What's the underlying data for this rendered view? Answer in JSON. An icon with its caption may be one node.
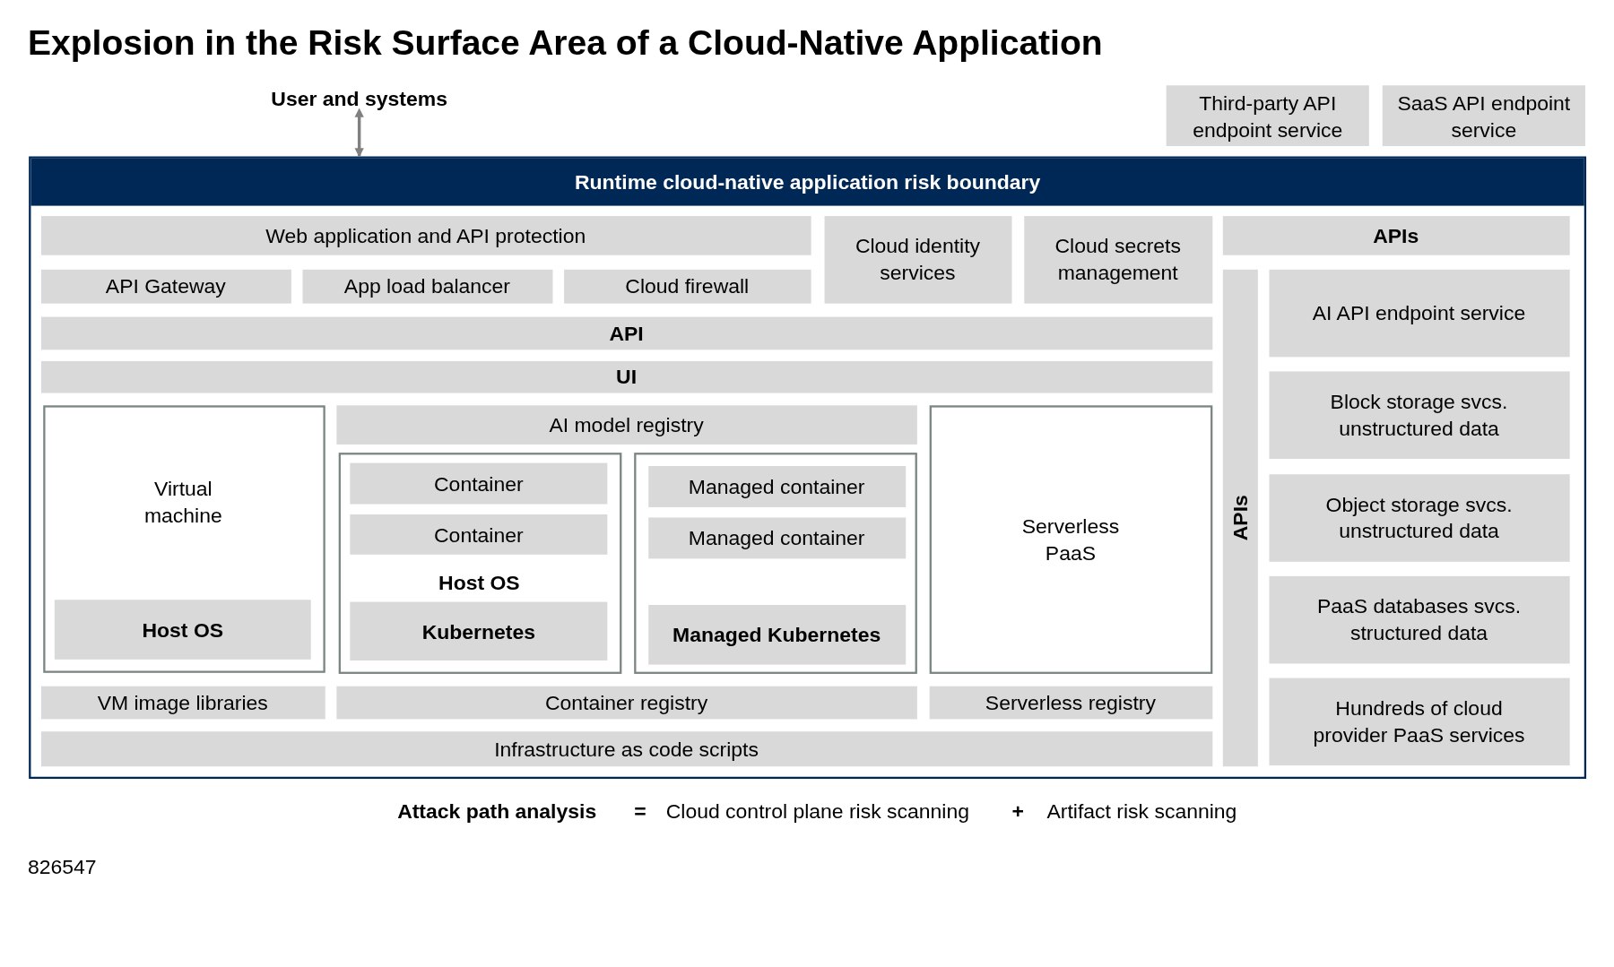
{
  "diagram": {
    "title": "Explosion in the Risk Surface Area of a Cloud-Native Application",
    "nodes": [
      {
        "text": [
          "User and systems"
        ]
      },
      {
        "text": [
          "Third-party API endpoint service"
        ]
      },
      {
        "text": [
          "SaaS API endpoint service"
        ]
      },
      {
        "text": [
          "Runtime cloud-native application risk boundary"
        ]
      },
      {
        "text": [
          "Web application and API protection"
        ],
        "in": 3
      },
      {
        "text": [
          "Cloud identity services"
        ],
        "in": 3
      },
      {
        "text": [
          "Cloud secrets management"
        ],
        "in": 3
      },
      {
        "text": [
          "APIs"
        ],
        "in": 3
      },
      {
        "text": [
          "API Gateway"
        ],
        "in": 3
      },
      {
        "text": [
          "App load balancer"
        ],
        "in": 3
      },
      {
        "text": [
          "Cloud firewall"
        ],
        "in": 3
      },
      {
        "text": [
          "AI API endpoint service"
        ],
        "in": 3
      },
      {
        "text": [
          "API"
        ],
        "in": 3
      },
      {
        "text": [
          "UI"
        ],
        "in": 3
      },
      {
        "text": [
          "Block storage svcs. unstructured data"
        ],
        "in": 3
      },
      {
        "text": [
          "Virtual machine"
        ],
        "in": 3
      },
      {
        "text": [
          "AI model registry"
        ],
        "in": 3
      },
      {
        "text": [
          "Serverless PaaS"
        ],
        "in": 3
      },
      {
        "text": [
          "Host OS"
        ],
        "in": 3
      },
      {
        "text": [],
        "shape": "box",
        "in": 3
      },
      {
        "text": [
          "Container"
        ],
        "in": 18
      },
      {
        "text": [
          "Managed container"
        ],
        "in": 19
      },
      {
        "text": [
          "Container"
        ],
        "in": 18
      },
      {
        "text": [
          "Managed container"
        ],
        "in": 19
      },
      {
        "text": [
          "Object storage svcs. unstructured data"
        ],
        "in": 3
      },
      {
        "text": [
          "APIs"
        ],
        "in": 3
      },
      {
        "text": [
          "Host OS"
        ],
        "in": 15
      },
      {
        "text": [
          "Kubernetes"
        ],
        "in": 18
      },
      {
        "text": [
          "Managed Kubernetes"
        ],
        "in": 19
      },
      {
        "text": [
          "PaaS databases svcs. structured data"
        ],
        "in": 3
      },
      {
        "text": [
          "VM image libraries"
        ],
        "in": 3
      },
      {
        "text": [
          "Container registry"
        ],
        "in": 3
      },
      {
        "text": [
          "Serverless registry"
        ],
        "in": 3
      },
      {
        "text": [
          "Hundreds of cloud provider PaaS services"
        ],
        "in": 3
      },
      {
        "text": [
          "Infrastructure as code scripts"
        ],
        "in": 3
      }
    ],
    "edges": [
      {
        "from": 0,
        "to": 3,
        "arrow": "both",
        "color": "#808080"
      }
    ],
    "labels": [
      "Attack path analysis",
      "=",
      "Cloud control plane risk scanning",
      "+",
      "Artifact risk scanning",
      "826547"
    ]
  }
}
